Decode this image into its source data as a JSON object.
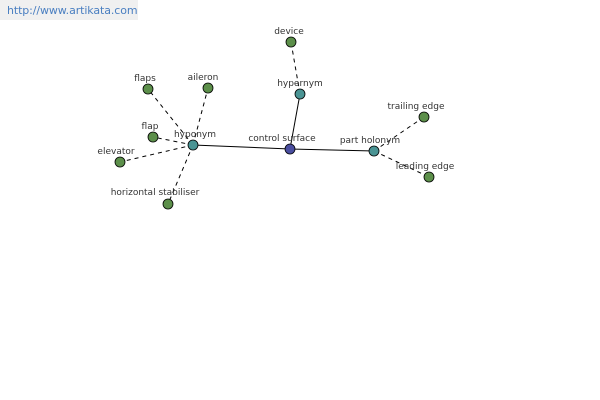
{
  "header": {
    "url": "http://www.artikata.com"
  },
  "colors": {
    "leaf": "#5c8f4a",
    "relation": "#4a9494",
    "center": "#4a4ea0"
  },
  "graph": {
    "center": {
      "label": "control surface"
    },
    "relations": {
      "hypernym": "hypernym",
      "hyponym": "hyponym",
      "part_holonym": "part holonym"
    },
    "hypernyms": [
      "device"
    ],
    "hyponyms": [
      "flaps",
      "aileron",
      "flap",
      "elevator",
      "horizontal stabiliser"
    ],
    "part_holonyms": [
      "trailing edge",
      "leading edge"
    ]
  }
}
